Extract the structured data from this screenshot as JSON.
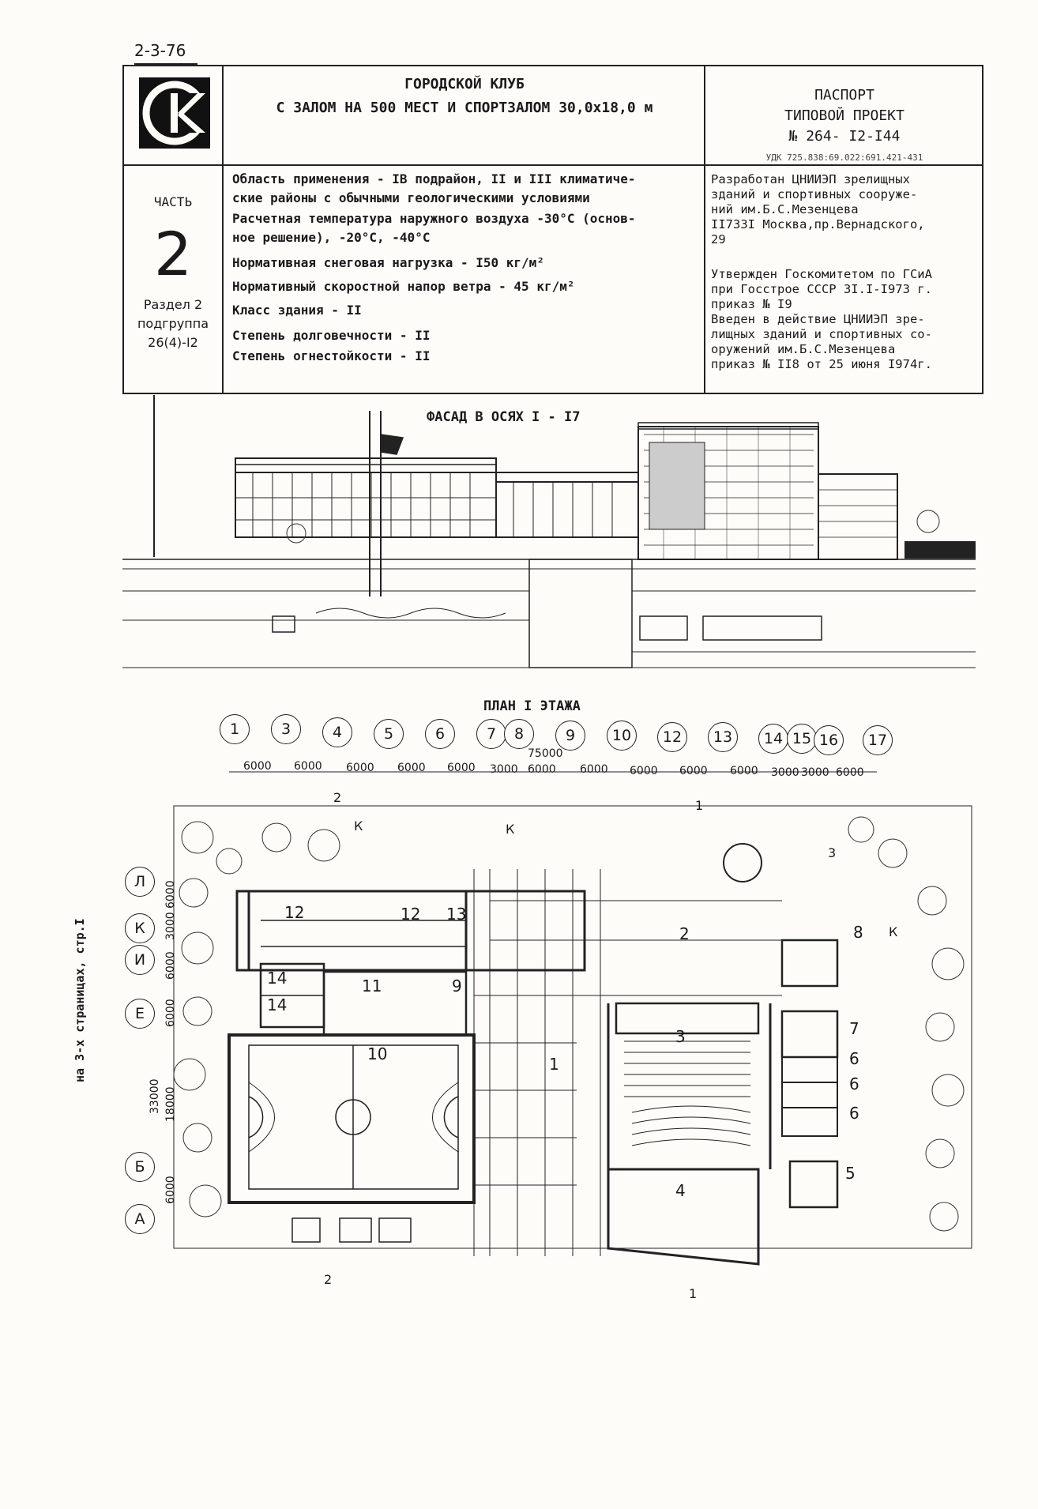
{
  "doc_code": "2-3-76",
  "header": {
    "title_line1": "ГОРОДСКОЙ КЛУБ",
    "title_line2": "С ЗАЛОМ НА 500 МЕСТ И СПОРТЗАЛОМ 30,0x18,0 м",
    "passport": "ПАСПОРТ",
    "project_type": "ТИПОВОЙ ПРОЕКТ",
    "project_number": "№ 264- I2-I44",
    "udk": "УДК 725.838:69.022:691.421-431"
  },
  "part": {
    "label": "ЧАСТЬ",
    "number": "2",
    "section": "Раздел 2",
    "subgroup_label": "подгруппа",
    "subgroup": "26(4)-I2"
  },
  "specs": [
    "Область применения - IВ подрайон, II и III климатиче-",
    "ские районы с обычными геологическими условиями",
    "Расчетная температура наружного воздуха -30°С (основ-",
    "ное решение), -20°С, -40°С",
    "Нормативная снеговая нагрузка - I50 кг/м²",
    "Нормативный скоростной напор ветра - 45 кг/м²",
    "Класс здания - II",
    "Степень долговечности - II",
    "Степень огнестойкости - II"
  ],
  "developer": [
    "Разработан ЦНИИЭП зрелищных",
    "зданий и спортивных сооруже-",
    "ний им.Б.С.Мезенцева",
    "II733I Москва,пр.Вернадского,",
    "29"
  ],
  "approval": [
    "Утвержден Госкомитетом по ГСиА",
    "при Госстрое СССР 3I.I-I973 г.",
    "приказ № I9",
    "Введен в действие ЦНИИЭП зре-",
    "лищных зданий и спортивных со-",
    "оружений им.Б.С.Мезенцева",
    "приказ № II8 от 25 июня I974г."
  ],
  "facade_title": "ФАСАД В ОСЯХ I - I7",
  "plan_title": "ПЛАН I ЭТАЖА",
  "side_note": "на 3-х страницах, стр.I",
  "axes_top": [
    "1",
    "3",
    "4",
    "5",
    "6",
    "7",
    "8",
    "9",
    "10",
    "12",
    "13",
    "14",
    "15",
    "16",
    "17"
  ],
  "axes_left": [
    "Л",
    "К",
    "И",
    "Е",
    "Б",
    "А"
  ],
  "dims_top": [
    "6000",
    "6000",
    "6000",
    "6000",
    "6000",
    "3000",
    "6000",
    "6000",
    "6000",
    "6000",
    "6000",
    "3000",
    "3000",
    "6000"
  ],
  "dim_total_top": "75000",
  "dims_left": [
    "6000",
    "3000",
    "6000",
    "6000",
    "33000",
    "18000",
    "6000"
  ],
  "rooms": [
    "12",
    "12",
    "13",
    "2",
    "8",
    "14",
    "14",
    "11",
    "9",
    "7",
    "10",
    "1",
    "3",
    "6",
    "6",
    "6",
    "4",
    "5"
  ],
  "section_marks": [
    "2",
    "1",
    "3",
    "2",
    "1"
  ],
  "court_marks": [
    "К",
    "К",
    "К"
  ]
}
